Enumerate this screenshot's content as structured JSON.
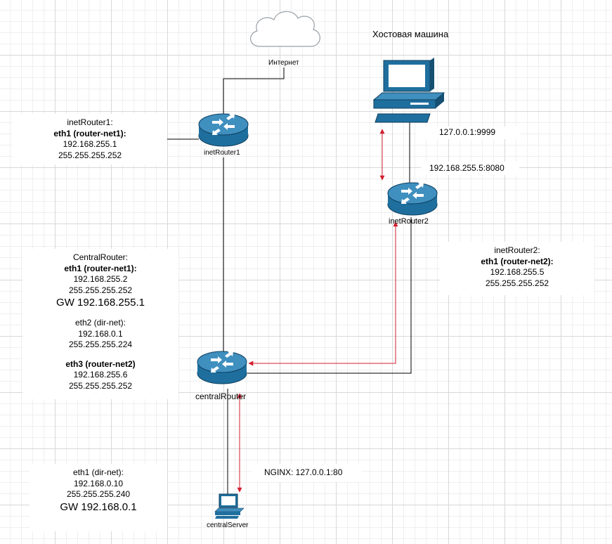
{
  "cloud": {
    "label": "Интернет"
  },
  "host": {
    "title": "Хостовая машина"
  },
  "ports": {
    "host_local": "127.0.0.1:9999",
    "router2_forward": "192.168.255.5:8080",
    "nginx": "NGINX: 127.0.0.1:80"
  },
  "devices": {
    "inet_router1": "inetRouter1",
    "inet_router2": "inetRouter2",
    "central_router": "centralRouter",
    "central_server": "centralServer"
  },
  "inet_router1_box": {
    "name": "inetRouter1:",
    "iface": "eth1 (router-net1):",
    "ip": "192.168.255.1",
    "mask": "255.255.255.252"
  },
  "inet_router2_box": {
    "name": "inetRouter2:",
    "iface": "eth1 (router-net2):",
    "ip": "192.168.255.5",
    "mask": "255.255.255.252"
  },
  "central_router_box": {
    "name": "CentralRouter:",
    "eth1": {
      "iface": "eth1 (router-net1):",
      "ip": "192.168.255.2",
      "mask": "255.255.255.252",
      "gw": "GW 192.168.255.1"
    },
    "eth2": {
      "iface": "eth2 (dir-net):",
      "ip": "192.168.0.1",
      "mask": "255.255.255.224"
    },
    "eth3": {
      "iface": "eth3 (router-net2)",
      "ip": "192.168.255.6",
      "mask": "255.255.255.252"
    }
  },
  "central_server_box": {
    "iface": "eth1 (dir-net):",
    "ip": "192.168.0.10",
    "mask": "255.255.255.240",
    "gw": "GW 192.168.0.1"
  },
  "colors": {
    "router_body": "#1f6f9e",
    "router_top": "#3f8fbf",
    "link": "#000000",
    "flow_arrow": "#d11f2f"
  }
}
